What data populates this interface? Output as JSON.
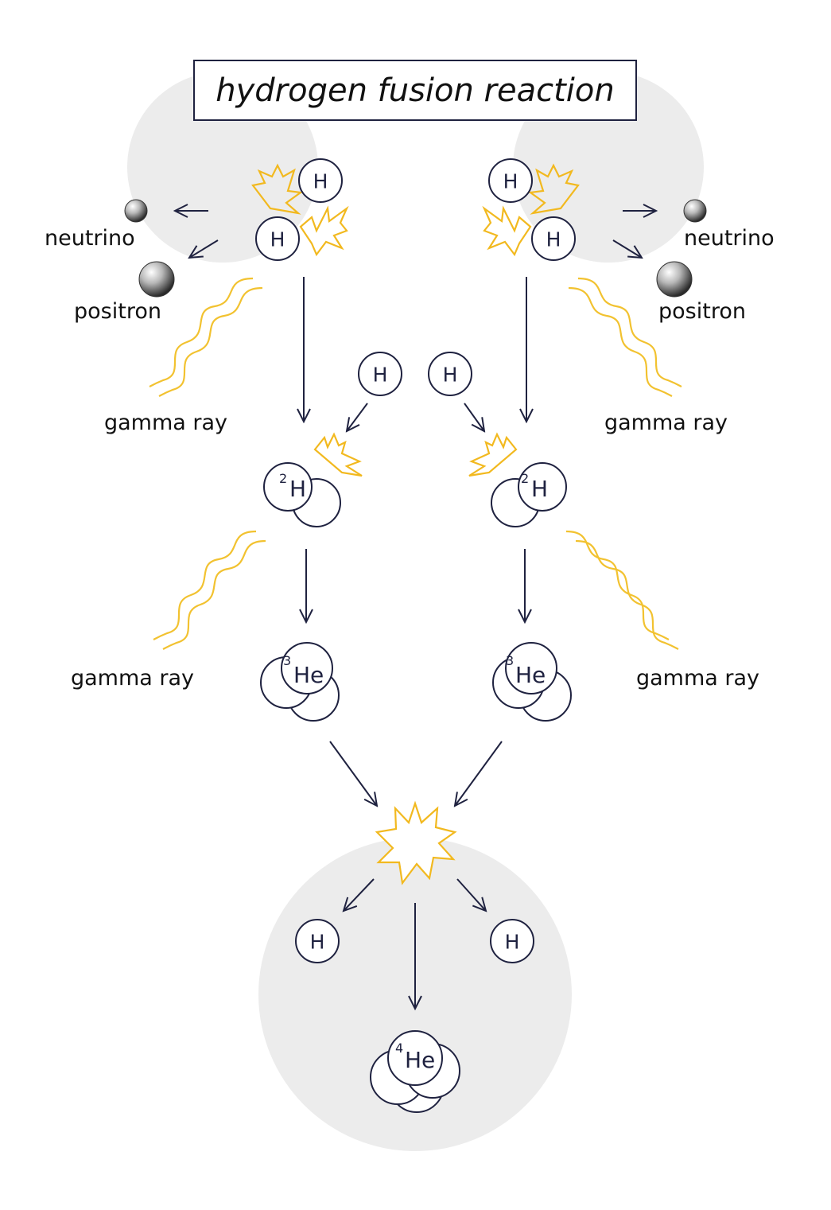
{
  "title": "hydrogen fusion reaction",
  "colors": {
    "ink": "#1f2240",
    "spark": "#f2b91f",
    "wave": "#f2c230",
    "halo": "#ececec"
  },
  "labels": {
    "neutrino_left": "neutrino",
    "neutrino_right": "neutrino",
    "positron_left": "positron",
    "positron_right": "positron",
    "gamma_left_1": "gamma ray",
    "gamma_right_1": "gamma ray",
    "gamma_left_2": "gamma ray",
    "gamma_right_2": "gamma ray"
  },
  "particles": {
    "hydrogen": "H",
    "deuterium": {
      "mass": "2",
      "symbol": "H"
    },
    "helium3": {
      "mass": "3",
      "symbol": "He"
    },
    "helium4": {
      "mass": "4",
      "symbol": "He"
    }
  }
}
